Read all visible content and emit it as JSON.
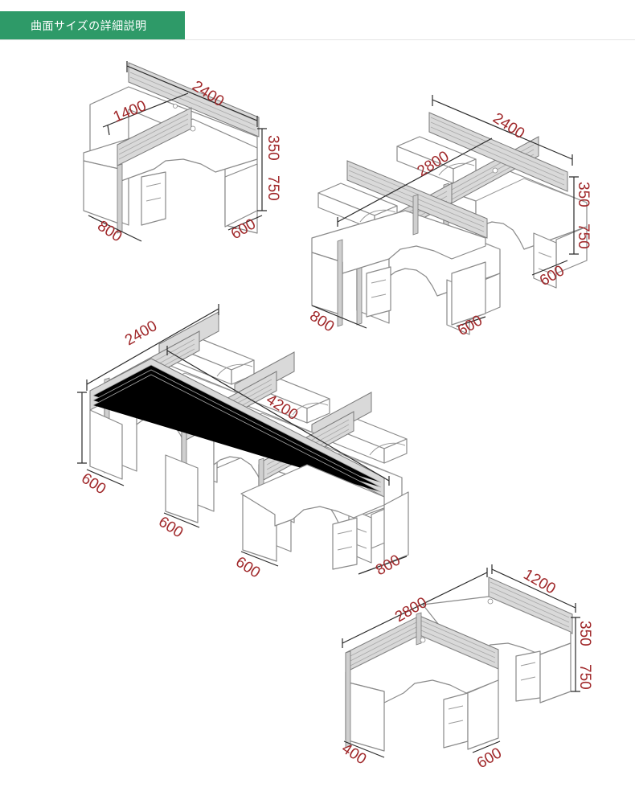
{
  "header": {
    "title": "曲面サイズの詳細説明"
  },
  "colors": {
    "header_bg": "#2e9a68",
    "dimension_text": "#a0282a"
  },
  "diagrams": [
    {
      "name": "single-corner-desk",
      "dimensions": {
        "overall_width": "2400",
        "inner_length": "1400",
        "screen_height": "350",
        "desk_height": "750",
        "depth_left": "800",
        "depth_right": "600"
      }
    },
    {
      "name": "four-seat-cluster",
      "dimensions": {
        "overall_width": "2400",
        "inner_length": "2800",
        "screen_height": "350",
        "desk_height": "750",
        "depth_back": "600",
        "depth_left": "800",
        "depth_right": "600"
      }
    },
    {
      "name": "six-seat-cluster",
      "dimensions": {
        "overall_width": "2400",
        "inner_length": "4200",
        "depth_a": "600",
        "depth_b": "600",
        "depth_c": "600",
        "depth_d": "800"
      }
    },
    {
      "name": "two-seat-cluster",
      "dimensions": {
        "overall_width": "2800",
        "side_width": "1200",
        "screen_height": "350",
        "desk_height": "750",
        "depth_left": "400",
        "depth_right": "600"
      }
    }
  ]
}
